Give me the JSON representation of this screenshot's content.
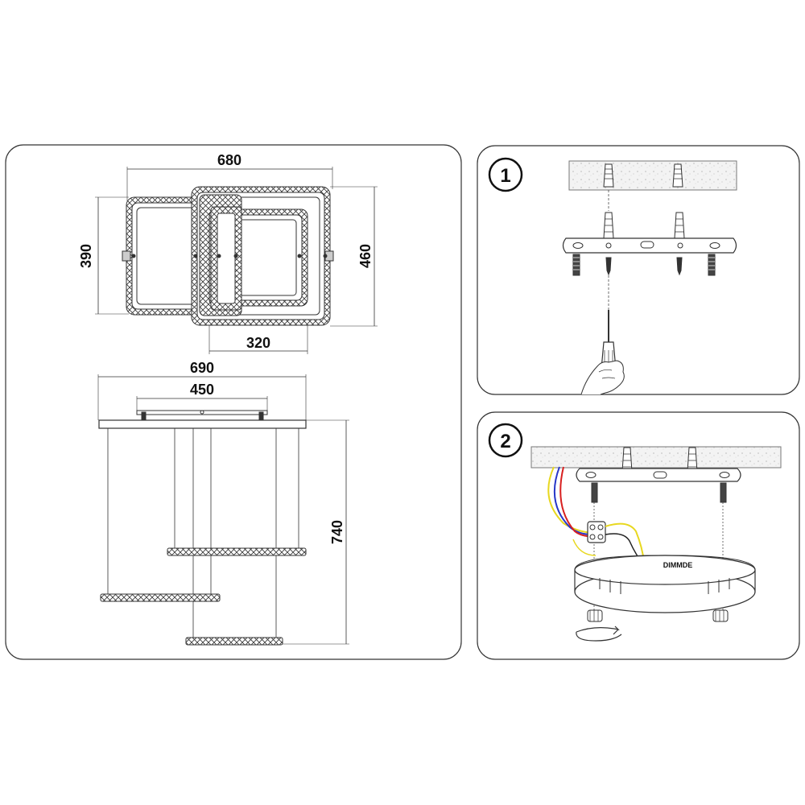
{
  "dimensions": {
    "top_width": "680",
    "top_left_height": "390",
    "top_right_height": "460",
    "top_inner_width": "320",
    "side_overall_width": "690",
    "side_canopy_width": "450",
    "side_height": "740"
  },
  "steps": [
    {
      "number": "1"
    },
    {
      "number": "2",
      "driver_label": "DIMMDE"
    }
  ],
  "colors": {
    "line": "#222222",
    "wire_yellow": "#e8d820",
    "wire_blue": "#2838c8",
    "wire_red": "#d82020",
    "ceiling": "#f2f2f2"
  },
  "icons": [
    "hand-icon",
    "screwdriver-icon",
    "wall-plug-icon",
    "screw-icon",
    "terminal-block-icon",
    "rotate-arrow-icon"
  ]
}
